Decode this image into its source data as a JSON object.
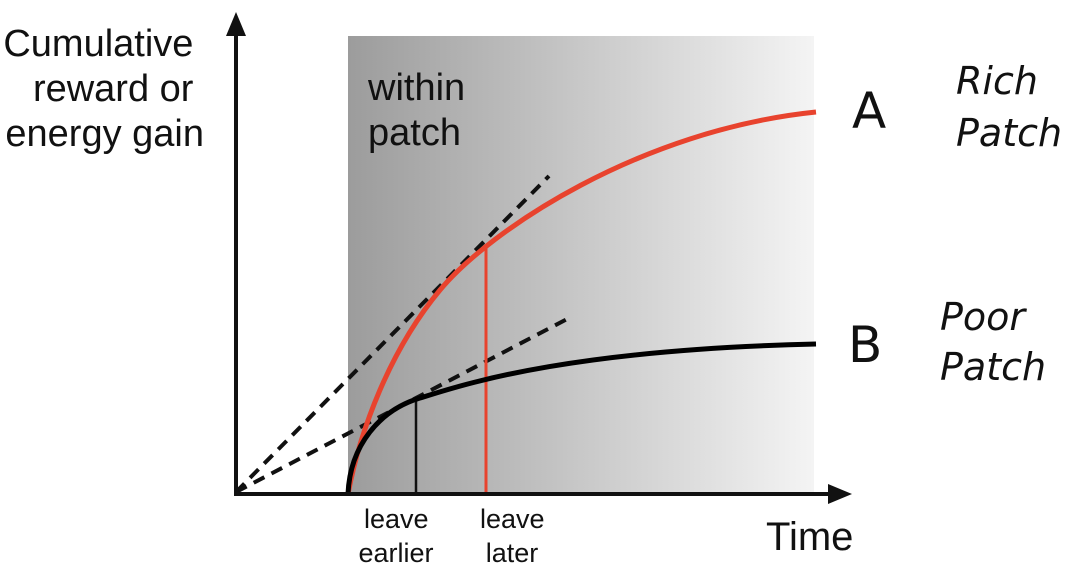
{
  "axes": {
    "y_label_lines": [
      "Cumulative",
      "reward or",
      "energy gain"
    ],
    "x_label": "Time"
  },
  "shaded_region": {
    "label_lines": [
      "within",
      "patch"
    ]
  },
  "curves": {
    "a": {
      "letter": "A",
      "name_lines": [
        "Rich",
        "Patch"
      ],
      "color": "#e8432e"
    },
    "b": {
      "letter": "B",
      "name_lines": [
        "Poor",
        "Patch"
      ],
      "color": "#000000"
    }
  },
  "markers": {
    "earlier": {
      "label_lines": [
        "leave",
        "earlier"
      ],
      "color": "#111111"
    },
    "later": {
      "label_lines": [
        "leave",
        "later"
      ],
      "color": "#e8432e"
    }
  },
  "colors": {
    "axis": "#111111",
    "patch_dark": "#9c9c9c",
    "patch_light": "#f4f4f4"
  }
}
